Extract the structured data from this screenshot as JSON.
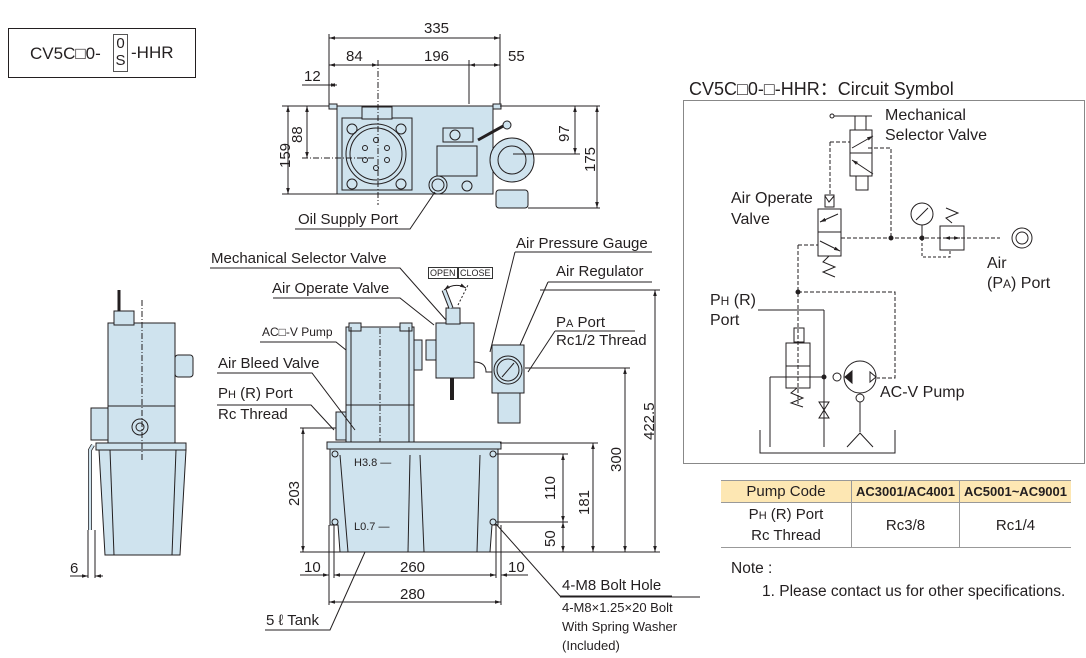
{
  "model_box": {
    "prefix": "CV5C□0-",
    "option_top": "0",
    "option_bottom": "S",
    "suffix": "-HHR"
  },
  "top_view": {
    "dimensions": {
      "overall_width": "335",
      "left_offset": "84",
      "center_span": "196",
      "right_offset": "55",
      "flange": "12",
      "left_height": "88",
      "overall_depth": "159",
      "right_height": "97",
      "total_depth": "175"
    },
    "labels": {
      "oil_supply_port": "Oil Supply Port"
    }
  },
  "front_view": {
    "labels": {
      "air_pressure_gauge": "Air Pressure Gauge",
      "mechanical_selector_valve": "Mechanical Selector Valve",
      "air_regulator": "Air Regulator",
      "air_operate_valve": "Air Operate Valve",
      "open": "OPEN",
      "close": "CLOSE",
      "pa_port": "PA Port",
      "pa_port_sub": "A",
      "pa_port_p": "P",
      "pa_port_suffix": " Port",
      "pa_thread": "Rc1/2 Thread",
      "pump": "AC□-V Pump",
      "air_bleed_valve": "Air Bleed Valve",
      "ph_port_p": "P",
      "ph_port_sub": "H",
      "ph_port_suffix": " (R) Port",
      "ph_thread": "Rc Thread",
      "h_level": "H3.8 —",
      "l_level": "L0.7 —",
      "bolt_hole": "4-M8 Bolt Hole",
      "bolt_spec": "4-M8×1.25×20 Bolt",
      "bolt_washer": "With Spring Washer",
      "bolt_included": "(Included)",
      "tank": "5 ℓ Tank"
    },
    "dimensions": {
      "height_total": "422.5",
      "height_port": "300",
      "height_bolt": "181",
      "bolt_upper": "110",
      "bolt_lower": "50",
      "tank_height": "203",
      "left_margin": "10",
      "bolt_span": "260",
      "right_margin": "10",
      "tank_width": "280"
    }
  },
  "side_view": {
    "dimensions": {
      "bracket": "6"
    }
  },
  "circuit": {
    "title": "CV5C□0-□-HHR：Circuit Symbol",
    "labels": {
      "mech_valve_1": "Mechanical",
      "mech_valve_2": "Selector Valve",
      "air_op_1": "Air Operate",
      "air_op_2": "Valve",
      "air_1": "Air",
      "air_2_p": "(P",
      "air_2_sub": "A",
      "air_2_suffix": ") Port",
      "ph_1_p": "P",
      "ph_1_sub": "H",
      "ph_1_suffix": " (R)",
      "ph_2": "Port",
      "pump": "AC-V Pump"
    }
  },
  "pump_table": {
    "headers": [
      "Pump Code",
      "AC3001/AC4001",
      "AC5001~AC9001"
    ],
    "row_label_p": "P",
    "row_label_sub": "H",
    "row_label_suffix": " (R) Port",
    "row_label_2": "Rc Thread",
    "values": [
      "Rc3/8",
      "Rc1/4"
    ]
  },
  "note": {
    "title": "Note :",
    "items": [
      "1.  Please contact us for other specifications."
    ]
  },
  "colors": {
    "body_fill": "#cfe3ee",
    "line": "#231f20",
    "table_header": "#fde7b3",
    "frame": "#888888"
  }
}
